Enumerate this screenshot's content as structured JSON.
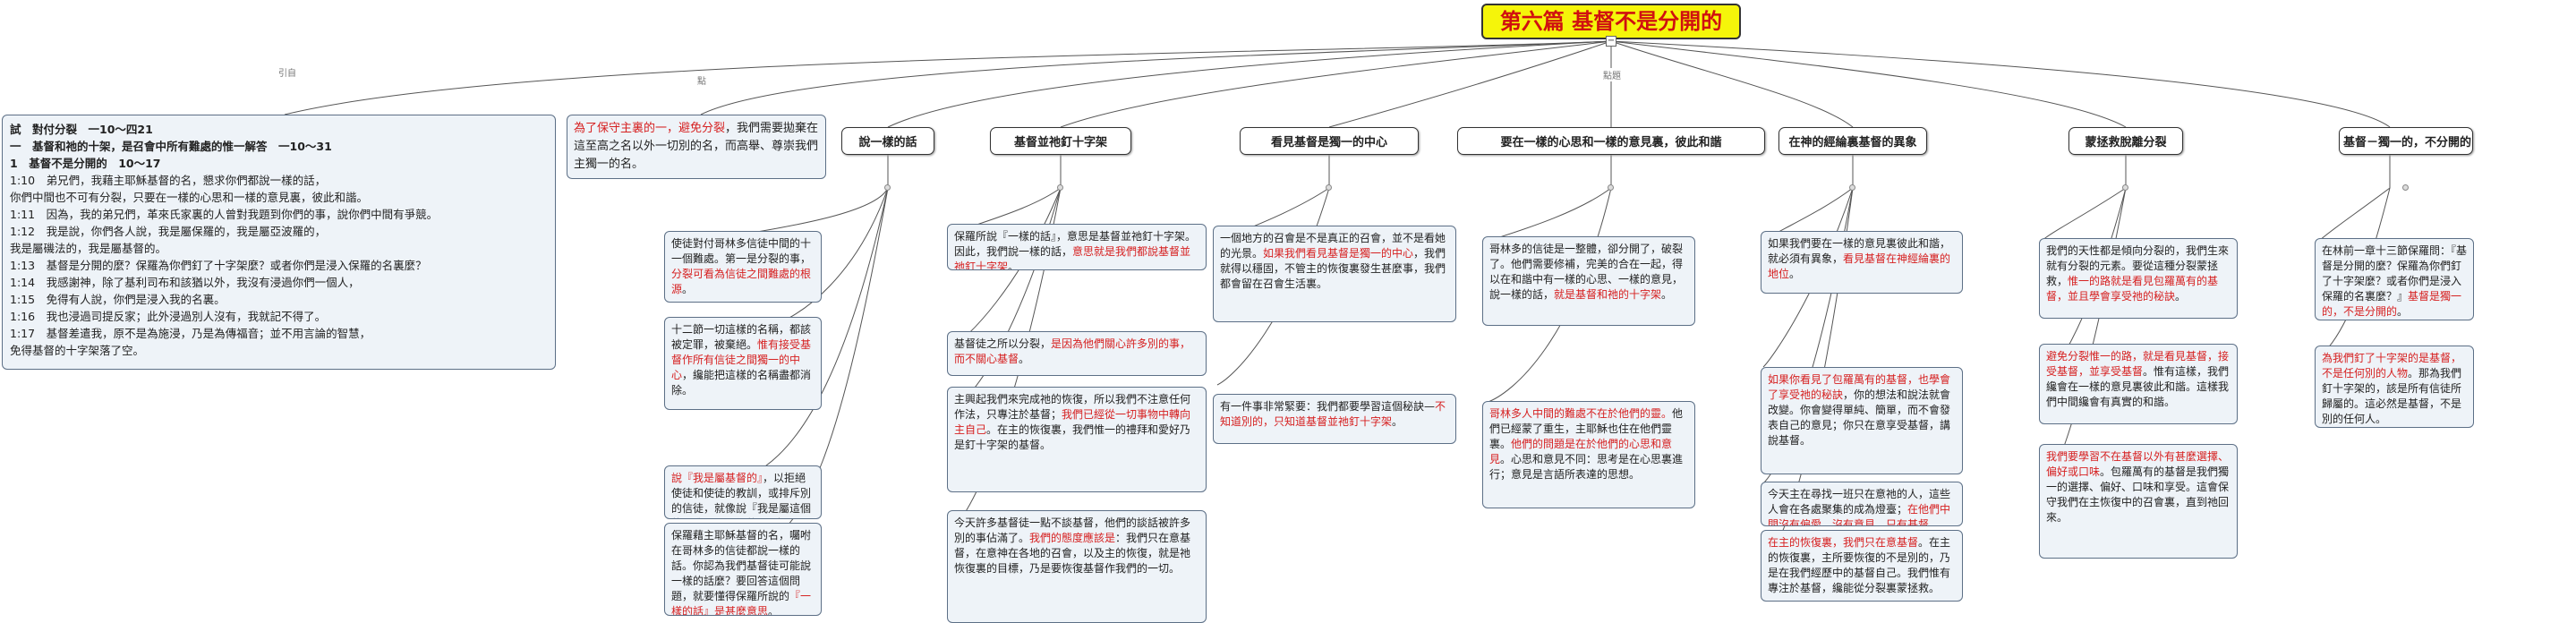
{
  "root": {
    "title": "第六篇 基督不是分開的",
    "collapse": "−"
  },
  "link_labels": {
    "intro": "引自",
    "point": "點",
    "main": "點題"
  },
  "intro": {
    "lines": [
      [
        {
          "t": "試　對付分裂　一10～四21"
        }
      ],
      [
        {
          "t": "一　基督和祂的十架，是召會中所有難處的惟一解答　一10～31"
        }
      ],
      [
        {
          "t": "1　基督不是分開的　10～17"
        }
      ],
      [
        {
          "t": "1:10　弟兄們，我藉主耶穌基督的名，懇求你們都說一樣的話，"
        }
      ],
      [
        {
          "t": "你們中間也不可有分裂，只要在一樣的心思和一樣的意見裏，彼此和諧。"
        }
      ],
      [
        {
          "t": "1:11　因為，我的弟兄們，革來氏家裏的人曾對我題到你們的事，說你們中間有爭競。"
        }
      ],
      [
        {
          "t": "1:12　我是說，你們各人說，我是屬保羅的，我是屬亞波羅的，"
        }
      ],
      [
        {
          "t": "我是屬磯法的，我是屬基督的。"
        }
      ],
      [
        {
          "t": "1:13　基督是分開的麼？保羅為你們釘了十字架麼？或者你們是浸入保羅的名裏麼？"
        }
      ],
      [
        {
          "t": "1:14　我感謝神，除了基利司布和該猶以外，我沒有浸過你們一個人，"
        }
      ],
      [
        {
          "t": "1:15　免得有人說，你們是浸入我的名裏。"
        }
      ],
      [
        {
          "t": "1:16　我也浸過司提反家；此外浸過別人沒有，我就記不得了。"
        }
      ],
      [
        {
          "t": "1:17　基督差遣我，原不是為施浸，乃是為傳福音；並不用言論的智慧，"
        }
      ],
      [
        {
          "t": "免得基督的十字架落了空。"
        }
      ]
    ]
  },
  "point_note": [
    {
      "t": "為了保守主裏的一，避免分裂",
      "r": true
    },
    {
      "t": "，我們需要拋棄在這至高之名以外一切別的名，而高舉、尊崇我們主獨一的名。"
    }
  ],
  "branches": [
    {
      "header": "說一樣的話",
      "notes": [
        [
          {
            "t": "使徒對付哥林多信徒中間的十一個難處。第一是分裂的事，"
          },
          {
            "t": "分裂可看為信徒之間難處的根源",
            "r": true
          },
          {
            "t": "。"
          }
        ],
        [
          {
            "t": "十二節一切這樣的名稱，都該被定罪，被棄絕。"
          },
          {
            "t": "惟有接受基督作所有信徒之間獨一的中心",
            "r": true
          },
          {
            "t": "，纔能把這樣的名稱盡都消除。"
          }
        ],
        [
          {
            "t": "說『我是屬基督的』",
            "r": true
          },
          {
            "t": "，以拒絕使徒和使徒的教訓，或排斥別的信徒，就像說『我是屬這個的，我是屬那個的』，也是分裂。"
          }
        ],
        [
          {
            "t": "保羅藉主耶穌基督的名，囑咐在哥林多的信徒都說一樣的話。你認為我們基督徒可能說一樣的話麼？要回答這個問題，就要懂得保羅所說的"
          },
          {
            "t": "『一樣的話』是甚麼意思",
            "r": true
          },
          {
            "t": "。"
          }
        ]
      ]
    },
    {
      "header": "基督並祂釘十字架",
      "notes": [
        [
          {
            "t": "保羅所說『一樣的話』，意思是基督並祂釘十字架。因此，我們說一樣的話，"
          },
          {
            "t": "意思就是我們都說基督並祂釘十字架",
            "r": true
          },
          {
            "t": "。"
          }
        ],
        [
          {
            "t": "基督徒之所以分裂，"
          },
          {
            "t": "是因為他們關心許多別的事，而不關心基督",
            "r": true
          },
          {
            "t": "。"
          }
        ],
        [
          {
            "t": "主興起我們來完成祂的恢復，所以我們不注意任何作法，只專注於基督；"
          },
          {
            "t": "我們已經從一切事物中轉向主自己",
            "r": true
          },
          {
            "t": "。在主的恢復裏，我們惟一的禮拜和愛好乃是釘十字架的基督。"
          }
        ],
        [
          {
            "t": "今天許多基督徒一點不談基督，他們的談話被許多別的事佔滿了。"
          },
          {
            "t": "我們的態度應該是",
            "r": true
          },
          {
            "t": "：我們只在意基督，在意神在各地的召會，以及主的恢復，就是祂恢復裏的目標，乃是要恢復基督作我們的一切。"
          }
        ]
      ]
    },
    {
      "header": "看見基督是獨一的中心",
      "notes": [
        [
          {
            "t": "一個地方的召會是不是真正的召會，並不是看她的光景。"
          },
          {
            "t": "如果我們看見基督是獨一的中心",
            "r": true
          },
          {
            "t": "，我們就得以穩固，不管主的恢復裏發生甚麼事，我們都會留在召會生活裏。"
          }
        ],
        [
          {
            "t": "有一件事非常緊要：我們都要學習這個秘訣—"
          },
          {
            "t": "不知道別的，只知道基督並祂釘十字架",
            "r": true
          },
          {
            "t": "。"
          }
        ]
      ]
    },
    {
      "header": "要在一樣的心思和一樣的意見裏，彼此和諧",
      "notes": [
        [
          {
            "t": "哥林多的信徒是一整體，卻分開了，破裂了。他們需要修補，完美的合在一起，得以在和諧中有一樣的心思、一樣的意見，說一樣的話，"
          },
          {
            "t": "就是基督和祂的十字架",
            "r": true
          },
          {
            "t": "。"
          }
        ],
        [
          {
            "t": "哥林多人中間的難處不在於他們的靈。",
            "r": true
          },
          {
            "t": "他們已經蒙了重生，主耶穌也住在他們靈裏。"
          },
          {
            "t": "他們的問題是在於他們的心思和意見",
            "r": true
          },
          {
            "t": "。心思和意見不同：思考是在心思裏進行；意見是言語所表達的思想。"
          }
        ]
      ]
    },
    {
      "header": "在神的經綸裏基督的異象",
      "notes": [
        [
          {
            "t": "如果我們要在一樣的意見裏彼此和諧，就必須有異象，"
          },
          {
            "t": "看見基督在神經綸裏的地位",
            "r": true
          },
          {
            "t": "。"
          }
        ],
        [
          {
            "t": "如果你看見了包羅萬有的基督，也學會了享受祂的秘訣",
            "r": true
          },
          {
            "t": "，你的想法和說法就會改變。你會變得單純、簡單，而不會發表自己的意見；你只在意享受基督，講說基督。"
          }
        ],
        [
          {
            "t": "今天主在尋找一班只在意祂的人，這些人會在各處聚集的成為燈臺；"
          },
          {
            "t": "在他們中間沒有偏愛，沒有意見，只有基督",
            "r": true
          },
          {
            "t": "。"
          }
        ],
        [
          {
            "t": "在主的恢復裏，我們只在意基督",
            "r": true
          },
          {
            "t": "。在主的恢復裏，主所要恢復的不是別的，乃是在我們經歷中的基督自己。我們惟有專注於基督，纔能從分裂裏蒙拯救。"
          }
        ]
      ]
    },
    {
      "header": "蒙拯救脫離分裂",
      "notes": [
        [
          {
            "t": "我們的天性都是傾向分裂的，我們生來就有分裂的元素。要從這種分裂蒙拯救，"
          },
          {
            "t": "惟一的路就是看見包羅萬有的基督，並且學會享受祂的秘訣",
            "r": true
          },
          {
            "t": "。"
          }
        ],
        [
          {
            "t": "避免分裂惟一的路，就是看見基督，接受基督，並享受基督",
            "r": true
          },
          {
            "t": "。惟有這樣，我們纔會在一樣的意見裏彼此和諧。這樣我們中間纔會有真實的和諧。"
          }
        ],
        [
          {
            "t": "我們要學習不在基督以外有甚麼選擇、偏好或口味",
            "r": true
          },
          {
            "t": "。包羅萬有的基督是我們獨一的選擇、偏好、口味和享受。這會保守我們在主恢復中的召會裏，直到祂回來。"
          }
        ]
      ]
    },
    {
      "header": "基督－獨一的，不分開的",
      "notes": [
        [
          {
            "t": "在林前一章十三節保羅問：『基督是分開的麼？保羅為你們釘了十字架麼？或者你們是浸入保羅的名裏麼？』"
          },
          {
            "t": "基督是獨一的，不是分開的",
            "r": true
          },
          {
            "t": "。"
          }
        ],
        [
          {
            "t": "為我們釘了十字架的是基督，不是任何別的人物",
            "r": true
          },
          {
            "t": "。那為我們釘十字架的，該是所有信徒所歸屬的。這必然是基督，不是別的任何人。"
          }
        ]
      ]
    }
  ]
}
